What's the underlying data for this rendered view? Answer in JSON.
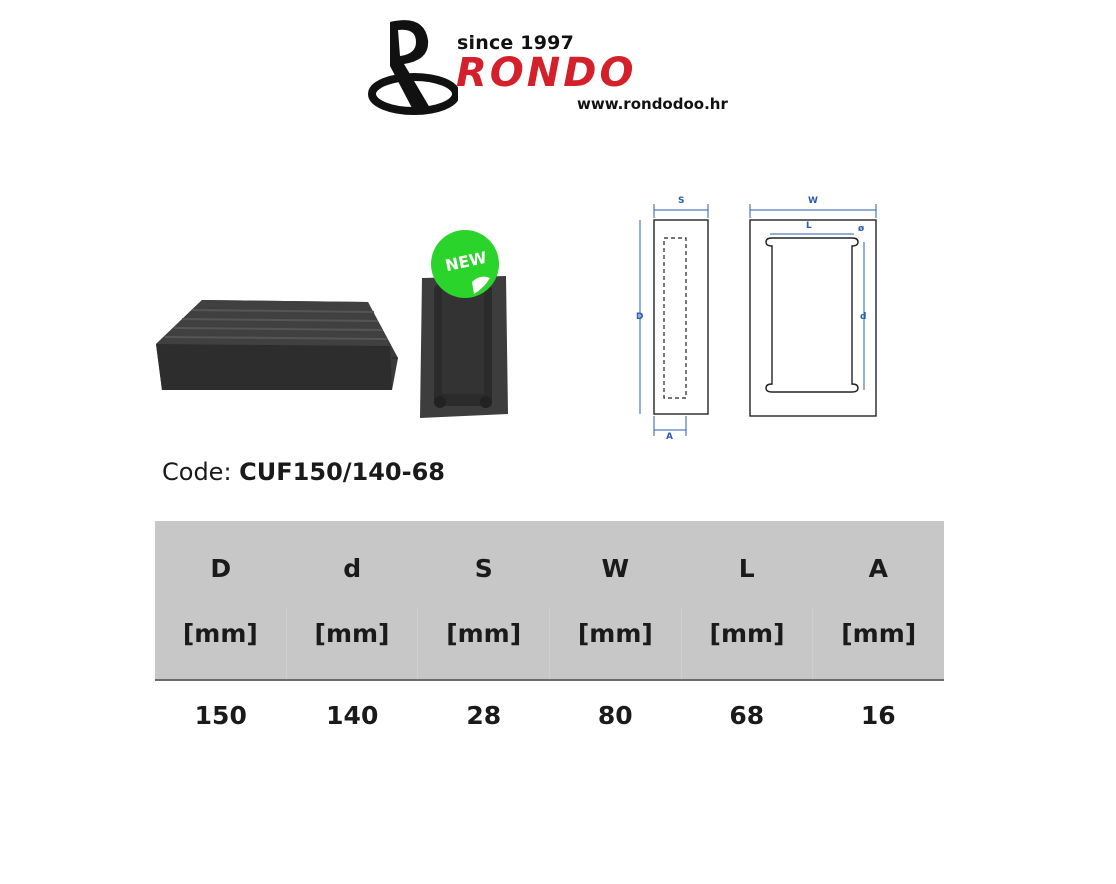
{
  "logo": {
    "since": "since 1997",
    "brand": "RONDO",
    "url": "www.rondodoo.hr",
    "brand_color": "#d3202a"
  },
  "badge": {
    "label": "NEW",
    "color": "#2bd42b"
  },
  "drawing": {
    "side_labels": {
      "top": "S",
      "left": "D",
      "bottom": "A"
    },
    "front_labels": {
      "top": "W",
      "inner_top": "L",
      "diameter": "ø",
      "right": "d"
    },
    "dimension_color": "#2a5db0"
  },
  "code": {
    "label": "Code:",
    "value": "CUF150/140-68"
  },
  "table": {
    "headers": [
      "D",
      "d",
      "S",
      "W",
      "L",
      "A"
    ],
    "units": [
      "[mm]",
      "[mm]",
      "[mm]",
      "[mm]",
      "[mm]",
      "[mm]"
    ],
    "values": [
      "150",
      "140",
      "28",
      "80",
      "68",
      "16"
    ]
  }
}
